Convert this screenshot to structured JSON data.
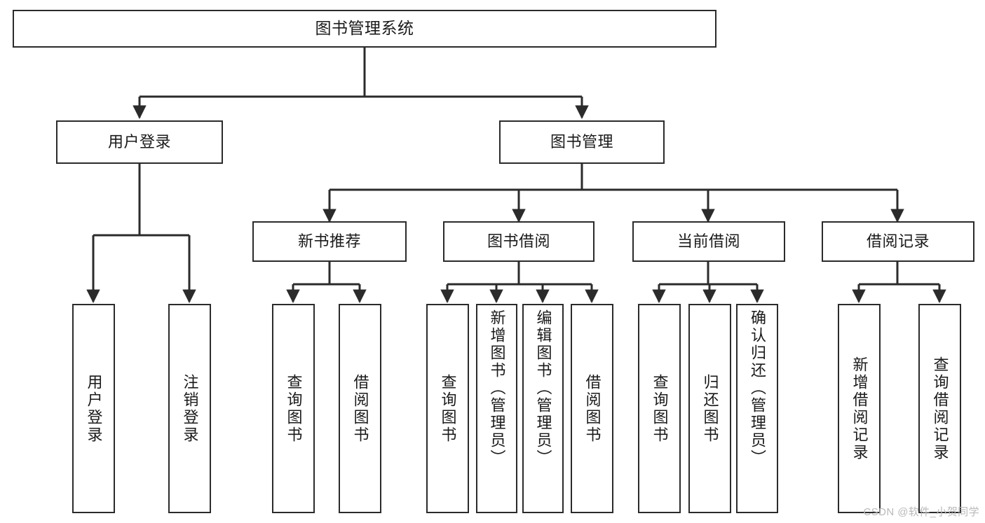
{
  "diagram": {
    "title": "图书管理系统",
    "type": "tree",
    "watermark": "CSDN @软件_小贺同学",
    "stroke_color": "#2b2b2b",
    "background_color": "#ffffff",
    "text_color": "#1a1a1a",
    "watermark_color": "#b9b9b9"
  },
  "nodes": {
    "root": {
      "label": "图书管理系统"
    },
    "level1": [
      {
        "label": "用户登录"
      },
      {
        "label": "图书管理"
      }
    ],
    "level2": [
      {
        "label": "新书推荐"
      },
      {
        "label": "图书借阅"
      },
      {
        "label": "当前借阅"
      },
      {
        "label": "借阅记录"
      }
    ],
    "leaves": {
      "user_login": [
        {
          "label": "用户登录"
        },
        {
          "label": "注销登录"
        }
      ],
      "new_book_recommend": [
        {
          "label": "查询图书"
        },
        {
          "label": "借阅图书"
        }
      ],
      "book_borrow": [
        {
          "label": "查询图书"
        },
        {
          "label": "新增图书（管理员）"
        },
        {
          "label": "编辑图书（管理员）"
        },
        {
          "label": "借阅图书"
        }
      ],
      "current_borrow": [
        {
          "label": "查询图书"
        },
        {
          "label": "归还图书"
        },
        {
          "label": "确认归还（管理员）"
        }
      ],
      "borrow_record": [
        {
          "label": "新增借阅记录"
        },
        {
          "label": "查询借阅记录"
        }
      ]
    }
  }
}
